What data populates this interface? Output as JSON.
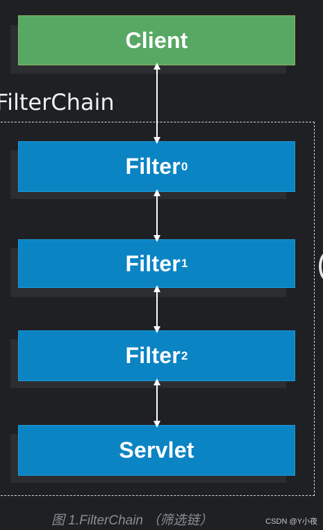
{
  "diagram": {
    "chain_label": "FilterChain",
    "nodes": [
      {
        "id": "client",
        "label": "Client",
        "sub": ""
      },
      {
        "id": "filter0",
        "label": "Filter",
        "sub": "0"
      },
      {
        "id": "filter1",
        "label": "Filter",
        "sub": "1"
      },
      {
        "id": "filter2",
        "label": "Filter",
        "sub": "2"
      },
      {
        "id": "servlet",
        "label": "Servlet",
        "sub": ""
      }
    ],
    "edges": [
      {
        "from": "client",
        "to": "filter0",
        "direction": "both"
      },
      {
        "from": "filter0",
        "to": "filter1",
        "direction": "both"
      },
      {
        "from": "filter1",
        "to": "filter2",
        "direction": "both"
      },
      {
        "from": "filter2",
        "to": "servlet",
        "direction": "both"
      }
    ]
  },
  "caption": "图 1.FilterChain （筛选链）",
  "watermark": "CSDN @Y小夜",
  "colors": {
    "background": "#1f2023",
    "client_fill": "#57a863",
    "filter_fill": "#0b84c4",
    "text": "#ffffff",
    "arrow": "#ffffff",
    "caption": "#8a8d93"
  }
}
